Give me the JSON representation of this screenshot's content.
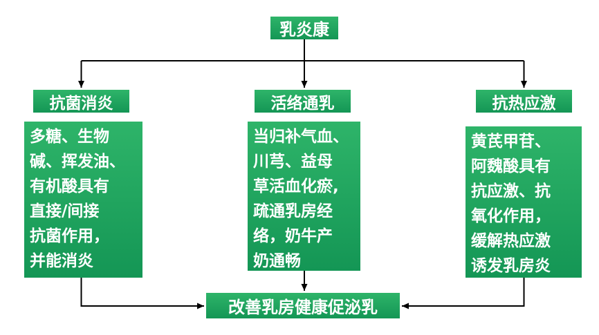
{
  "diagram": {
    "root": {
      "label": "乳炎康"
    },
    "branches": [
      {
        "header": "抗菌消炎",
        "body": "多糖、生物\n碱、挥发油、\n有机酸具有\n直接/间接\n抗菌作用，\n并能消炎"
      },
      {
        "header": "活络通乳",
        "body": "当归补气血、\n川芎、益母\n草活血化瘀,\n疏通乳房经\n络，奶牛产\n奶通畅"
      },
      {
        "header": "抗热应激",
        "body": "黄芪甲苷、\n阿魏酸具有\n抗应激、抗\n氧化作用，\n缓解热应激\n诱发乳房炎"
      }
    ],
    "outcome": {
      "label": "改善乳房健康促泌乳"
    },
    "colors": {
      "box_green_top": "#2eb469",
      "box_green_bottom": "#149655",
      "text": "#ffffff",
      "arrow": "#000000",
      "background": "#ffffff"
    }
  }
}
